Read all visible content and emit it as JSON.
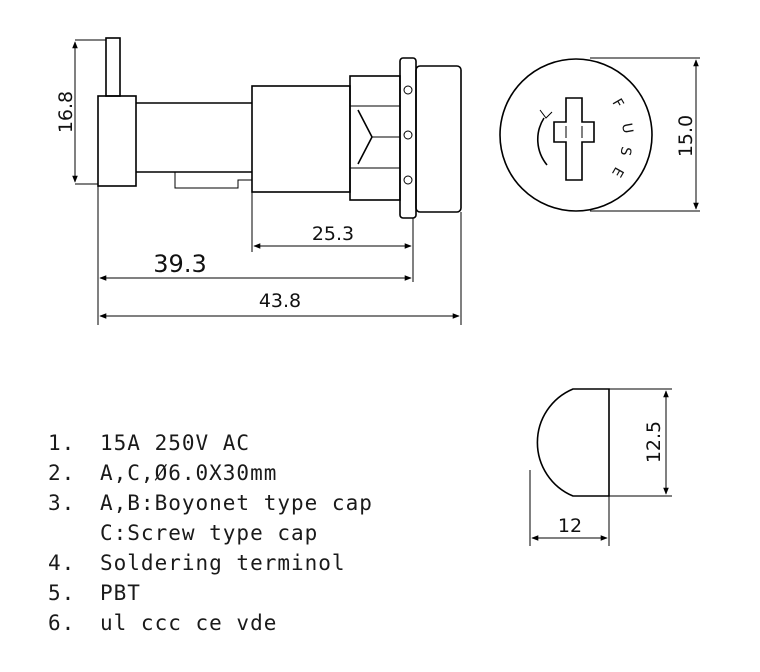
{
  "side_view": {
    "height_dim": "16.8",
    "body_dim": "25.3",
    "mid_dim": "39.3",
    "overall_dim": "43.8"
  },
  "front_view": {
    "diameter_dim": "15.0",
    "cap_text": [
      "F",
      "U",
      "S",
      "E"
    ]
  },
  "panel_cutout": {
    "height_dim": "12.5",
    "width_dim": "12"
  },
  "specs": [
    {
      "num": "1.",
      "text": "15A 250V AC"
    },
    {
      "num": "2.",
      "text": "A,C,Ø6.0X30mm"
    },
    {
      "num": "3.",
      "text": "A,B:Boyonet type cap"
    },
    {
      "num": "",
      "text": "C:Screw type cap"
    },
    {
      "num": "4.",
      "text": "Soldering terminol"
    },
    {
      "num": "5.",
      "text": "PBT"
    },
    {
      "num": "6.",
      "text": "ul ccc ce vde"
    }
  ]
}
